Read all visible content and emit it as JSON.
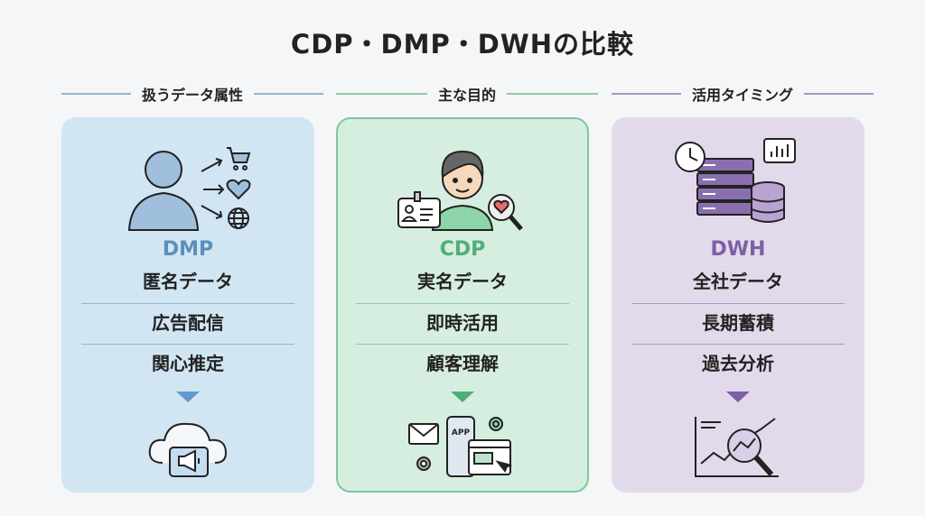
{
  "title": "CDP・DMP・DWHの比較",
  "headers": [
    "扱うデータ属性",
    "主な目的",
    "活用タイミング"
  ],
  "cards": [
    {
      "name": "DMP",
      "rows": [
        "匿名データ",
        "広告配信",
        "関心推定"
      ],
      "color": "#5a8fbd"
    },
    {
      "name": "CDP",
      "rows": [
        "実名データ",
        "即時活用",
        "顧客理解"
      ],
      "color": "#4fae7a"
    },
    {
      "name": "DWH",
      "rows": [
        "全社データ",
        "長期蓄積",
        "過去分析"
      ],
      "color": "#7d5fa3"
    }
  ],
  "icons": {
    "app_label": "APP"
  }
}
